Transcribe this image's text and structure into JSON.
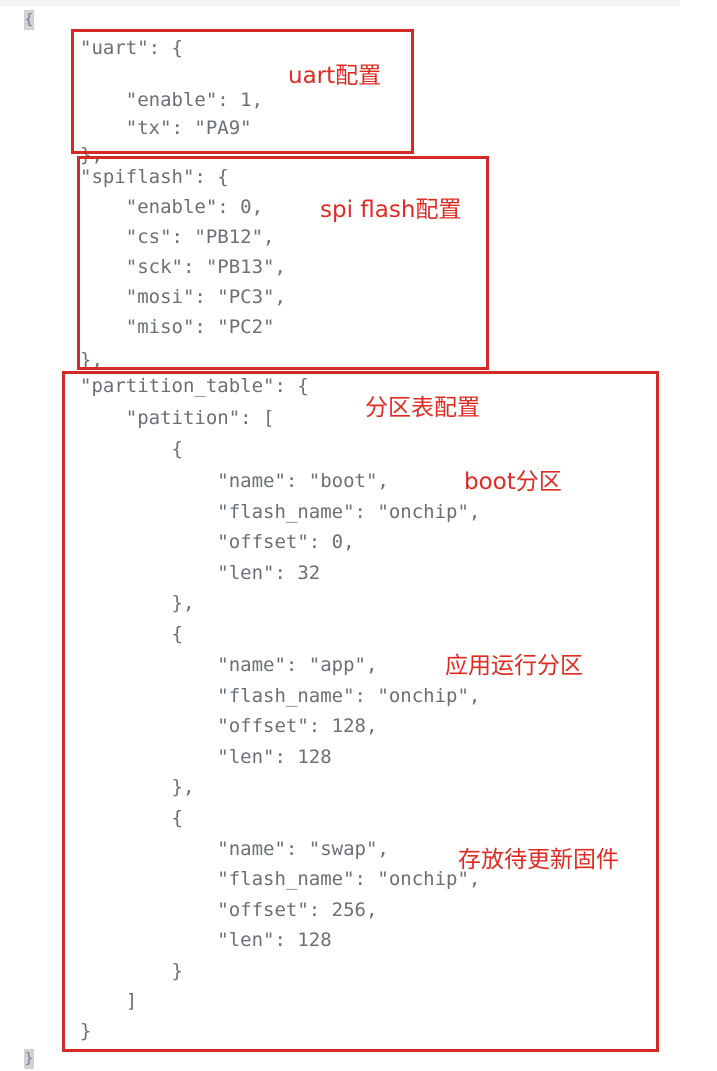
{
  "editor": {
    "open_brace": "{",
    "close_brace": "}",
    "lines": [
      "\"uart\": {",
      "    \"enable\": 1,",
      "    \"tx\": \"PA9\"",
      "},",
      "\"spiflash\": {",
      "    \"enable\": 0,",
      "    \"cs\": \"PB12\",",
      "    \"sck\": \"PB13\",",
      "    \"mosi\": \"PC3\",",
      "    \"miso\": \"PC2\"",
      "},",
      "\"partition_table\": {",
      "    \"patition\": [",
      "        {",
      "            \"name\": \"boot\",",
      "            \"flash_name\": \"onchip\",",
      "            \"offset\": 0,",
      "            \"len\": 32",
      "        },",
      "        {",
      "            \"name\": \"app\",",
      "            \"flash_name\": \"onchip\",",
      "            \"offset\": 128,",
      "            \"len\": 128",
      "        },",
      "        {",
      "            \"name\": \"swap\",",
      "            \"flash_name\": \"onchip\",",
      "            \"offset\": 256,",
      "            \"len\": 128",
      "        }",
      "    ]",
      "}"
    ]
  },
  "annotations": {
    "uart": "uart配置",
    "spiflash": "spi flash配置",
    "partition_table": "分区表配置",
    "boot": "boot分区",
    "app": "应用运行分区",
    "swap": "存放待更新固件"
  },
  "colors": {
    "annotation": "#e02a22",
    "box_border": "#d42a26",
    "code_text": "#6b6f76"
  }
}
